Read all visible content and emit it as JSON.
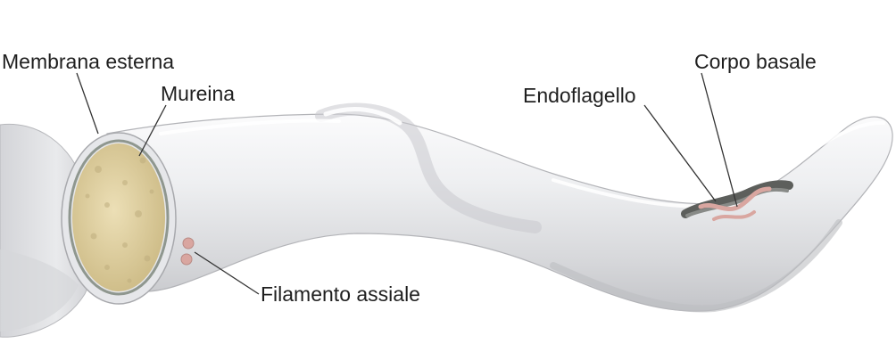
{
  "labels": {
    "outer_membrane": "Membrana esterna",
    "murein": "Mureina",
    "axial_filament": "Filamento assiale",
    "endoflagellum": "Endoflagello",
    "basal_body": "Corpo basale"
  },
  "colors": {
    "body_light": "#f4f4f6",
    "body_mid": "#d9dadd",
    "body_shadow": "#b9babe",
    "cytoplasm": "#e2d3a5",
    "cytoplasm_spot": "#bfae7e",
    "membrane_ring": "#9aa29a",
    "filament": "#d9a6a0",
    "flagellum_dark": "#5d5f5c",
    "leader_line": "#333333"
  }
}
